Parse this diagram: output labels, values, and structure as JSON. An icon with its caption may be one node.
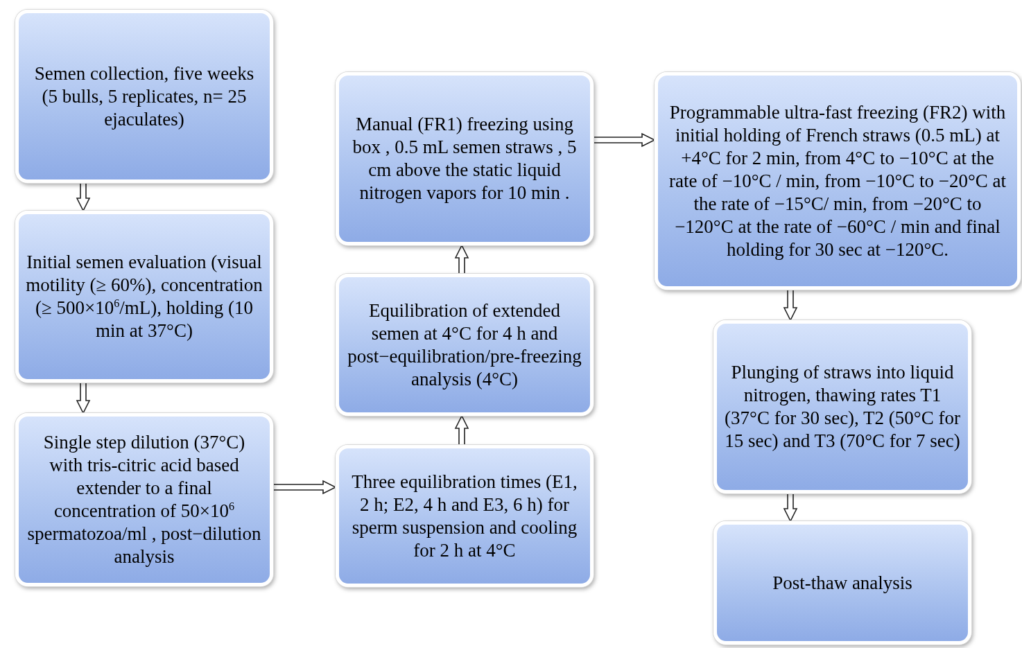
{
  "diagram": {
    "nodes": [
      {
        "text": [
          "Semen collection, five weeks (5 bulls, 5 replicates, n= 25 ejaculates)"
        ]
      },
      {
        "text": [
          "Initial semen evaluation (visual motility (≥ 60%), concentration (≥ 500×10$^{6}$/mL), holding (10 min at 37°C)"
        ]
      },
      {
        "text": [
          "Single step dilution (37°C) with tris-citric acid based extender to a final concentration of 50×10$^{6}$ spermatozoa/ml , post−dilution analysis"
        ]
      },
      {
        "text": [
          "Three equilibration times (E1, 2 h; E2, 4 h and E3, 6 h) for sperm suspension and cooling for 2 h at 4°C"
        ]
      },
      {
        "text": [
          "Equilibration of extended semen  at 4°C for 4 h and post−equilibration/pre-freezing analysis (4°C)"
        ]
      },
      {
        "text": [
          "Manual (FR1) freezing using box , 0.5 mL semen straws , 5 cm above the static liquid nitrogen vapors for 10 min ."
        ]
      },
      {
        "text": [
          "Programmable ultra-fast freezing (FR2) with initial holding of  French straws (0.5 mL) at +4°C for 2 min, from 4°C to −10°C at the rate of −10°C / min, from −10°C to −20°C at the rate of −15°C/ min, from −20°C to −120°C at the rate of −60°C / min and final holding for 30 sec at −120°C."
        ]
      },
      {
        "text": [
          "Plunging of straws into liquid nitrogen, thawing rates T1 (37°C for 30 sec), T2 (50°C for 15 sec) and T3 (70°C for 7 sec)"
        ]
      },
      {
        "text": [
          "Post-thaw analysis"
        ]
      }
    ],
    "edges": [
      {
        "from": 0,
        "to": 1,
        "arrow": "to"
      },
      {
        "from": 1,
        "to": 2,
        "arrow": "to"
      },
      {
        "from": 2,
        "to": 3,
        "arrow": "to"
      },
      {
        "from": 3,
        "to": 4,
        "arrow": "to"
      },
      {
        "from": 4,
        "to": 5,
        "arrow": "to"
      },
      {
        "from": 5,
        "to": 6,
        "arrow": "to"
      },
      {
        "from": 6,
        "to": 7,
        "arrow": "to"
      },
      {
        "from": 7,
        "to": 8,
        "arrow": "to"
      }
    ]
  }
}
